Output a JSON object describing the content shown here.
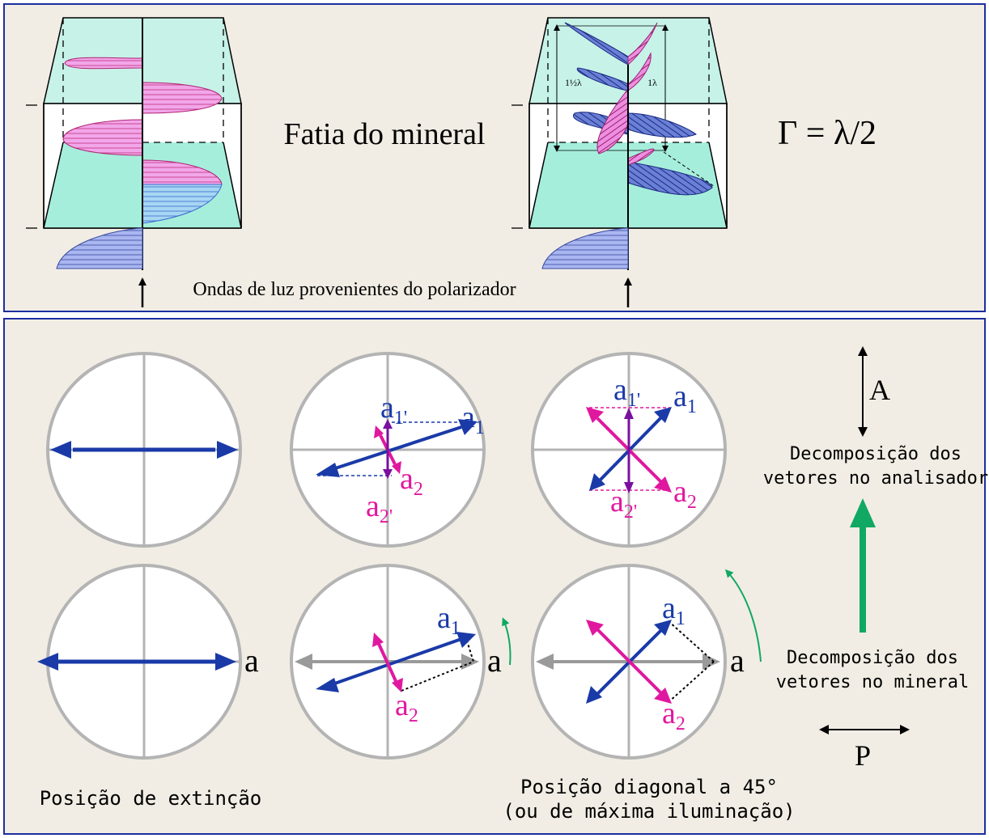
{
  "top": {
    "slice_label": "Fatia do mineral",
    "retardation": "Γ = λ/2",
    "polarizer_waves_label": "Ondas de luz provenientes do polarizador",
    "dim_one_half": "1½λ",
    "dim_one": "1λ"
  },
  "bottom": {
    "labels": {
      "a": "a",
      "a1": "a",
      "a1_sub": "1",
      "a2": "a",
      "a2_sub": "2",
      "a1p_sub": "1'",
      "a2p_sub": "2'",
      "A": "A",
      "P": "P"
    },
    "analyzer_line1": "Decomposição dos",
    "analyzer_line2": "vetores no analisador",
    "mineral_line1": "Decomposição dos",
    "mineral_line2": "vetores no mineral",
    "extinction_label": "Posição de extinção",
    "diagonal_line1": "Posição diagonal a 45°",
    "diagonal_line2": "(ou de máxima iluminação)"
  },
  "colors": {
    "blue": "#1a3aa8",
    "magenta": "#e0189f",
    "green": "#10a862",
    "gray": "#b4b4b4",
    "pink_fill": "#f0a8e8",
    "blue_fill": "#a8b8f0",
    "cyan_fill": "#a8f0e0"
  }
}
